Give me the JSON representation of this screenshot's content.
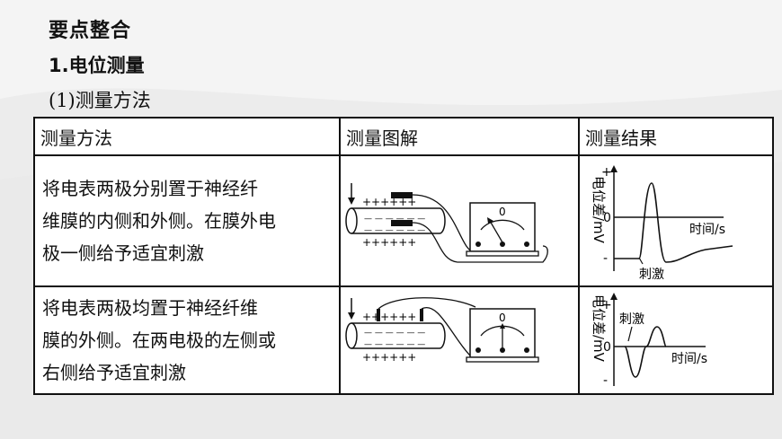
{
  "heading": "要点整合",
  "section_title": "1.电位测量",
  "subsection_title": "(1)测量方法",
  "table": {
    "headers": [
      "测量方法",
      "测量图解",
      "测量结果"
    ],
    "rows": [
      {
        "method": "将电表两极分别置于神经纤维膜的内侧和外侧。在膜外电极一侧给予适宜刺激",
        "method_lines": [
          "将电表两极分别置于神经纤",
          "维膜的内侧和外侧。在膜外电",
          "极一侧给予适宜刺激"
        ]
      },
      {
        "method": "将电表两极均置于神经纤维膜的外侧。在两电极的左侧或右侧给予适宜刺激",
        "method_lines": [
          "将电表两极均置于神经纤维",
          "膜的外侧。在两电极的左侧或",
          "右侧给予适宜刺激"
        ]
      }
    ]
  },
  "diagram_labels": {
    "plus_row": "++++++",
    "minus_row": "— — — — — —",
    "meter_zero": "0"
  },
  "graph_labels": {
    "y_axis": "电位差/mV",
    "x_axis": "时间/s",
    "plus": "+",
    "zero": "0",
    "minus": "-",
    "stimulus": "刺激"
  }
}
